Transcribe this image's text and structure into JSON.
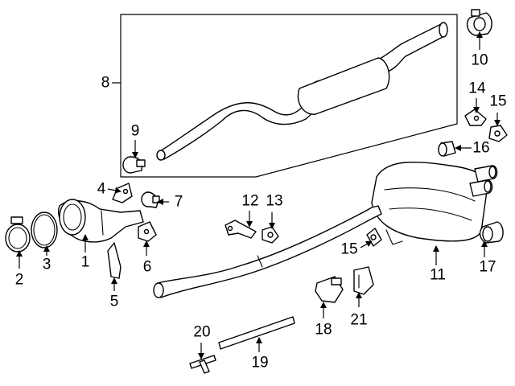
{
  "diagram": {
    "callouts": [
      {
        "id": "c1",
        "text": "1"
      },
      {
        "id": "c2",
        "text": "2"
      },
      {
        "id": "c3",
        "text": "3"
      },
      {
        "id": "c4",
        "text": "4"
      },
      {
        "id": "c5",
        "text": "5"
      },
      {
        "id": "c6",
        "text": "6"
      },
      {
        "id": "c7",
        "text": "7"
      },
      {
        "id": "c8",
        "text": "8"
      },
      {
        "id": "c9",
        "text": "9"
      },
      {
        "id": "c10",
        "text": "10"
      },
      {
        "id": "c11",
        "text": "11"
      },
      {
        "id": "c12",
        "text": "12"
      },
      {
        "id": "c13",
        "text": "13"
      },
      {
        "id": "c14",
        "text": "14"
      },
      {
        "id": "c15a",
        "text": "15"
      },
      {
        "id": "c15b",
        "text": "15"
      },
      {
        "id": "c16",
        "text": "16"
      },
      {
        "id": "c17",
        "text": "17"
      },
      {
        "id": "c18",
        "text": "18"
      },
      {
        "id": "c19",
        "text": "19"
      },
      {
        "id": "c20",
        "text": "20"
      },
      {
        "id": "c21",
        "text": "21"
      }
    ]
  }
}
